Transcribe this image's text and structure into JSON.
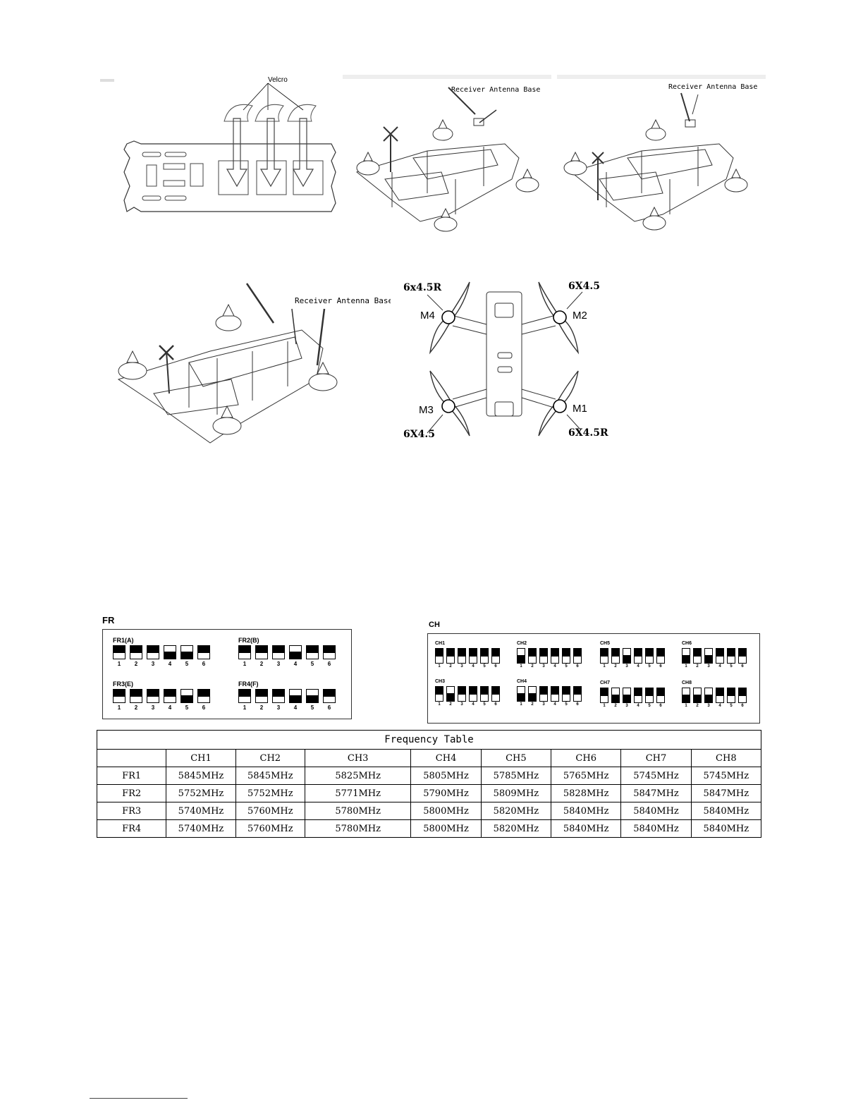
{
  "figures": {
    "velcro_label": "Velcro",
    "antenna_label_1": "Receiver Antenna Base",
    "antenna_label_2": "Receiver Antenna Base",
    "antenna_label_3": "Receiver Antenna Base",
    "props": {
      "m4_label": "M4",
      "m2_label": "M2",
      "m3_label": "M3",
      "m1_label": "M1",
      "m4_prop": "6x4.5R",
      "m2_prop": "6X4.5",
      "m3_prop": "6X4.5",
      "m1_prop": "6X4.5R"
    }
  },
  "fr_section": {
    "title": "FR",
    "groups": [
      {
        "label": "FR1(A)",
        "states": [
          "up",
          "up",
          "up",
          "down",
          "down",
          "up"
        ]
      },
      {
        "label": "FR2(B)",
        "states": [
          "up",
          "up",
          "up",
          "down",
          "up",
          "up"
        ]
      },
      {
        "label": "FR3(E)",
        "states": [
          "up",
          "up",
          "up",
          "up",
          "down",
          "up"
        ]
      },
      {
        "label": "FR4(F)",
        "states": [
          "up",
          "up",
          "up",
          "down",
          "down",
          "up"
        ]
      }
    ],
    "switch_numbers": [
      "1",
      "2",
      "3",
      "4",
      "5",
      "6"
    ]
  },
  "ch_section": {
    "title": "CH",
    "groups": [
      {
        "label": "CH1",
        "states": [
          "up",
          "up",
          "up",
          "up",
          "up",
          "up"
        ]
      },
      {
        "label": "CH2",
        "states": [
          "down",
          "up",
          "up",
          "up",
          "up",
          "up"
        ]
      },
      {
        "label": "CH5",
        "states": [
          "up",
          "up",
          "down",
          "up",
          "up",
          "up"
        ]
      },
      {
        "label": "CH6",
        "states": [
          "down",
          "up",
          "down",
          "up",
          "up",
          "up"
        ]
      },
      {
        "label": "CH3",
        "states": [
          "up",
          "down",
          "up",
          "up",
          "up",
          "up"
        ]
      },
      {
        "label": "CH4",
        "states": [
          "down",
          "down",
          "up",
          "up",
          "up",
          "up"
        ]
      },
      {
        "label": "CH7",
        "states": [
          "up",
          "down",
          "down",
          "up",
          "up",
          "up"
        ]
      },
      {
        "label": "CH8",
        "states": [
          "down",
          "down",
          "down",
          "up",
          "up",
          "up"
        ]
      }
    ],
    "switch_numbers": [
      "1",
      "2",
      "3",
      "4",
      "5",
      "6"
    ]
  },
  "frequency_table": {
    "title": "Frequency Table",
    "headers": [
      "",
      "CH1",
      "CH2",
      "CH3",
      "CH4",
      "CH5",
      "CH6",
      "CH7",
      "CH8"
    ],
    "rows": [
      [
        "FR1",
        "5845MHz",
        "5845MHz",
        "5825MHz",
        "5805MHz",
        "5785MHz",
        "5765MHz",
        "5745MHz",
        "5745MHz"
      ],
      [
        "FR2",
        "5752MHz",
        "5752MHz",
        "5771MHz",
        "5790MHz",
        "5809MHz",
        "5828MHz",
        "5847MHz",
        "5847MHz"
      ],
      [
        "FR3",
        "5740MHz",
        "5760MHz",
        "5780MHz",
        "5800MHz",
        "5820MHz",
        "5840MHz",
        "5840MHz",
        "5840MHz"
      ],
      [
        "FR4",
        "5740MHz",
        "5760MHz",
        "5780MHz",
        "5800MHz",
        "5820MHz",
        "5840MHz",
        "5840MHz",
        "5840MHz"
      ]
    ]
  }
}
